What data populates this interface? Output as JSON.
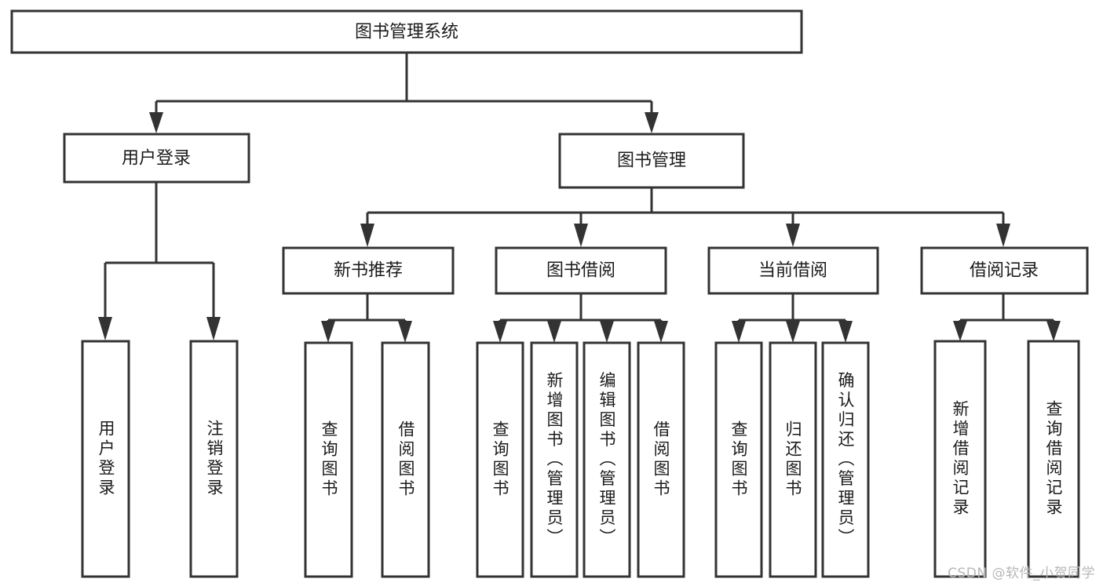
{
  "diagram": {
    "type": "tree",
    "title": "图书管理系统",
    "orientation": "top-down",
    "colors": {
      "box_fill": "#ffffff",
      "box_stroke": "#333333",
      "text": "#1b1b1b",
      "background": "#ffffff",
      "watermark": "#b7b7b7"
    },
    "root": {
      "id": "root",
      "label": "图书管理系统"
    },
    "level1": [
      {
        "id": "user-login",
        "label": "用户登录"
      },
      {
        "id": "book-manage",
        "label": "图书管理"
      }
    ],
    "level2": [
      {
        "id": "new-book-recommend",
        "label": "新书推荐",
        "parent": "book-manage"
      },
      {
        "id": "book-borrow",
        "label": "图书借阅",
        "parent": "book-manage"
      },
      {
        "id": "current-borrow",
        "label": "当前借阅",
        "parent": "book-manage"
      },
      {
        "id": "borrow-record",
        "label": "借阅记录",
        "parent": "book-manage"
      }
    ],
    "leaves": [
      {
        "id": "leaf-user-login",
        "label": "用户登录",
        "parent": "user-login"
      },
      {
        "id": "leaf-logout",
        "label": "注销登录",
        "parent": "user-login"
      },
      {
        "id": "leaf-query-book-1",
        "label": "查询图书",
        "parent": "new-book-recommend"
      },
      {
        "id": "leaf-borrow-book-1",
        "label": "借阅图书",
        "parent": "new-book-recommend"
      },
      {
        "id": "leaf-query-book-2",
        "label": "查询图书",
        "parent": "book-borrow"
      },
      {
        "id": "leaf-add-book",
        "label": "新增图书（管理员）",
        "parent": "book-borrow"
      },
      {
        "id": "leaf-edit-book",
        "label": "编辑图书（管理员）",
        "parent": "book-borrow"
      },
      {
        "id": "leaf-borrow-book-2",
        "label": "借阅图书",
        "parent": "book-borrow"
      },
      {
        "id": "leaf-query-book-3",
        "label": "查询图书",
        "parent": "current-borrow"
      },
      {
        "id": "leaf-return-book",
        "label": "归还图书",
        "parent": "current-borrow"
      },
      {
        "id": "leaf-confirm-return",
        "label": "确认归还（管理员）",
        "parent": "current-borrow"
      },
      {
        "id": "leaf-add-record",
        "label": "新增借阅记录",
        "parent": "borrow-record"
      },
      {
        "id": "leaf-query-record",
        "label": "查询借阅记录",
        "parent": "borrow-record"
      }
    ]
  },
  "watermark": {
    "text": "CSDN @软件_小贺同学"
  }
}
